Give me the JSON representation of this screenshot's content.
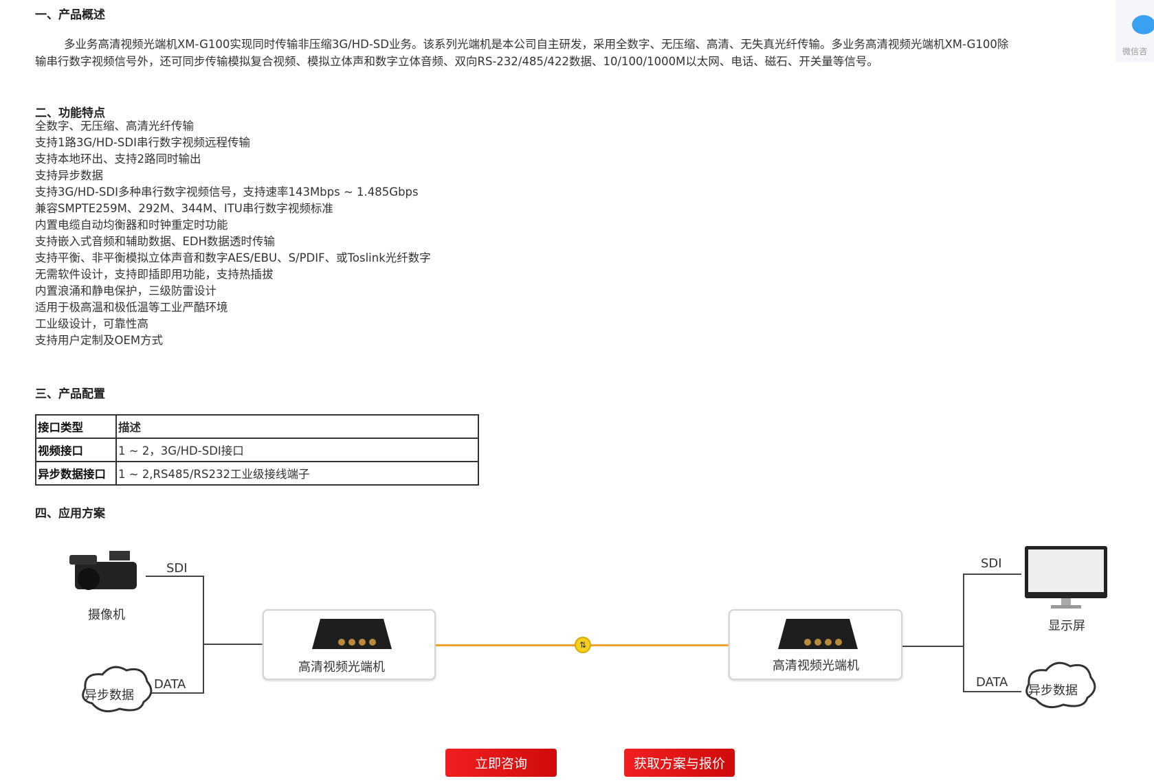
{
  "sections": {
    "overview": {
      "title": "一、产品概述",
      "text": "多业务高清视频光端机XM-G100实现同时传输非压缩3G/HD-SD业务。该系列光端机是本公司自主研发，采用全数字、无压缩、高清、无失真光纤传输。多业务高清视频光端机XM-G100除",
      "text2": "输串行数字视频信号外，还可同步传输模拟复合视频、模拟立体声和数字立体音频、双向RS-232/485/422数据、10/100/1000M以太网、电话、磁石、开关量等信号。"
    },
    "features": {
      "title": "二、功能特点",
      "items": [
        "全数字、无压缩、高清光纤传输",
        "支持1路3G/HD-SDI串行数字视频远程传输",
        "支持本地环出、支持2路同时输出",
        "支持异步数据",
        "支持3G/HD-SDI多种串行数字视频信号，支持速率143Mbps ~ 1.485Gbps",
        "兼容SMPTE259M、292M、344M、ITU串行数字视频标准",
        "内置电缆自动均衡器和时钟重定时功能",
        "支持嵌入式音频和辅助数据、EDH数据透时传输",
        "支持平衡、非平衡模拟立体声音和数字AES/EBU、S/PDIF、或Toslink光纤数字",
        "无需软件设计，支持即插即用功能，支持热插拔",
        "内置浪涌和静电保护，三级防雷设计",
        "适用于极高温和极低温等工业严酷环境",
        "工业级设计，可靠性高",
        "支持用户定制及OEM方式"
      ]
    },
    "config": {
      "title": "三、产品配置",
      "header": [
        "接口类型",
        "描述"
      ],
      "rows": [
        [
          "视频接口",
          "1 ~ 2，3G/HD-SDI接口"
        ],
        [
          "异步数据接口",
          "1 ~ 2,RS485/RS232工业级接线端子"
        ]
      ]
    },
    "application": {
      "title": "四、应用方案",
      "camera": "摄像机",
      "monitor": "显示屏",
      "device": "高清视频光端机",
      "data_cloud": "异步数据",
      "sdi": "SDI",
      "data": "DATA"
    }
  },
  "buttons": {
    "consult": "立即咨询",
    "quote": "获取方案与报价"
  },
  "wechat": {
    "label": "微信咨"
  },
  "colors": {
    "button": "#e31414",
    "fiber": "#f0a030"
  }
}
